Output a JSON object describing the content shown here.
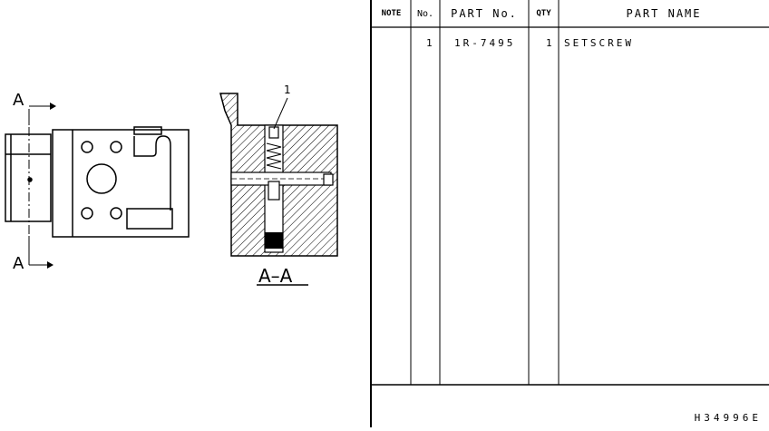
{
  "drawing": {
    "section_marker_top": "A",
    "section_marker_bottom": "A",
    "section_label": "A–A",
    "callout": "1"
  },
  "table": {
    "headers": {
      "note": "NOTE",
      "no": "No.",
      "part_no": "PART No.",
      "qty": "QTY",
      "part_name": "PART NAME"
    },
    "rows": [
      {
        "note": "",
        "no": "1",
        "part_no": "1R-7495",
        "qty": "1",
        "part_name": "SETSCREW"
      }
    ]
  },
  "drawing_code": "H34996E"
}
